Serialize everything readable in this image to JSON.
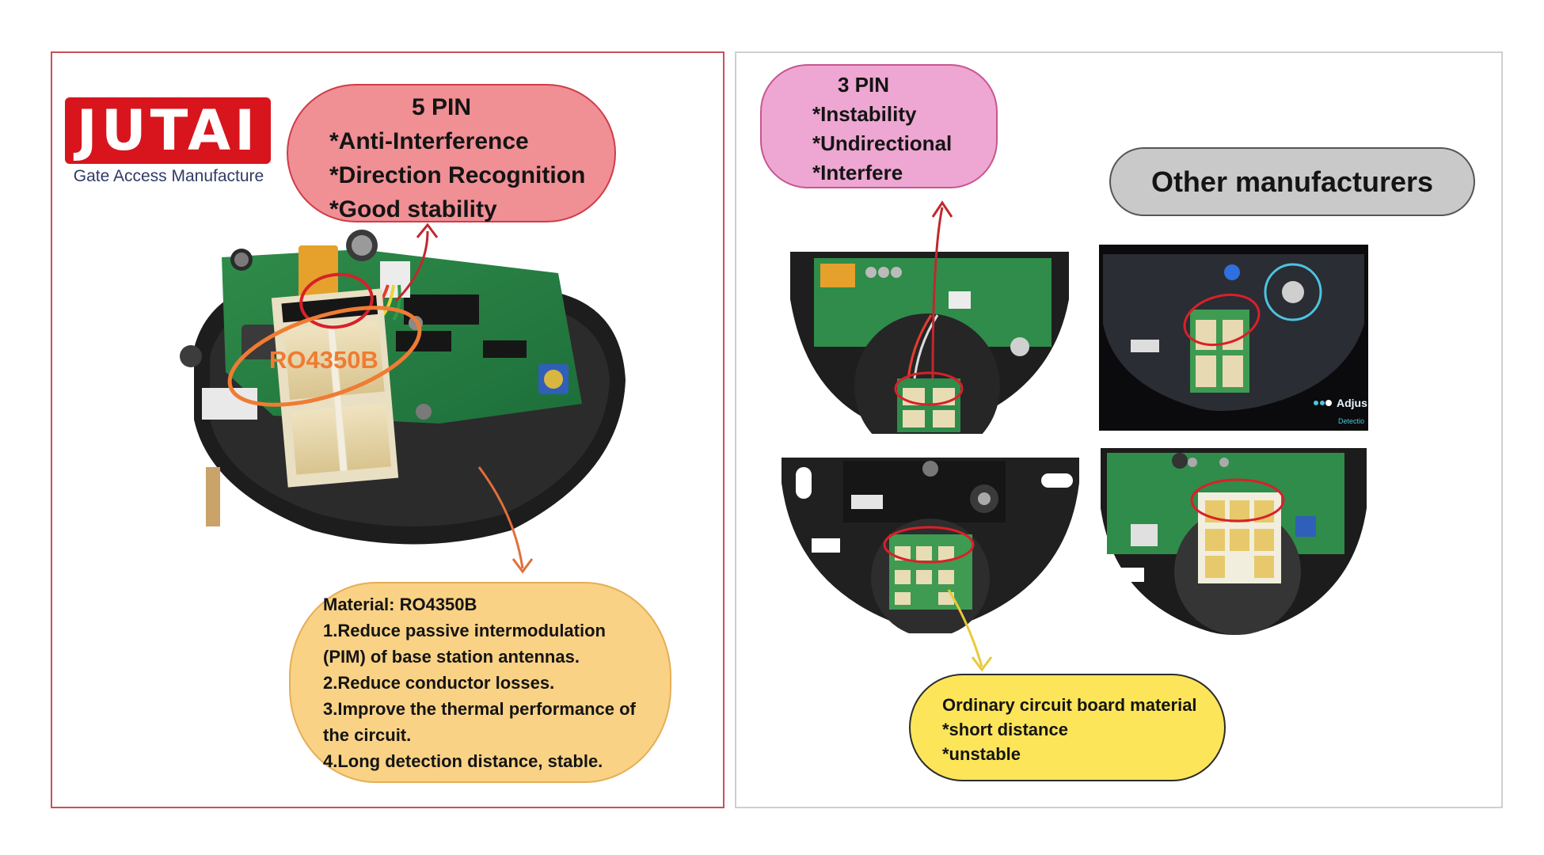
{
  "brand": {
    "logo_text": "JUTAI",
    "tagline": "Gate Access Manufacture",
    "logo_color": "#d8151d"
  },
  "jutai_pin": {
    "title": "5 PIN",
    "features": [
      "*Anti-Interference",
      "*Direction Recognition",
      "*Good stability"
    ],
    "bubble_color": "#f08f94"
  },
  "jutai_board": {
    "material_label": "RO4350B",
    "material_info": {
      "heading": "Material: RO4350B",
      "points": [
        "1.Reduce passive intermodulation",
        "(PIM) of base station antennas.",
        "2.Reduce conductor losses.",
        "3.Improve the thermal performance of",
        "the circuit.",
        "4.Long detection distance, stable."
      ],
      "bubble_color": "#f9d285"
    }
  },
  "other_pin": {
    "title": "3 PIN",
    "features": [
      "*Instability",
      "*Undirectional",
      "*Interfere"
    ],
    "bubble_color": "#eea6d2"
  },
  "others_label": "Other manufacturers",
  "ordinary_material": {
    "heading": "Ordinary circuit board material",
    "points": [
      "*short distance",
      "*unstable"
    ],
    "bubble_color": "#fde55a"
  },
  "photo_overlay": {
    "caption": "Adjus",
    "sub_caption": "Detectio"
  },
  "colors": {
    "highlight_red": "#d8202a",
    "highlight_orange": "#f07b33",
    "arrow_red": "#c0282e",
    "arrow_orange": "#e0703a",
    "arrow_yellow": "#e8c93a"
  }
}
